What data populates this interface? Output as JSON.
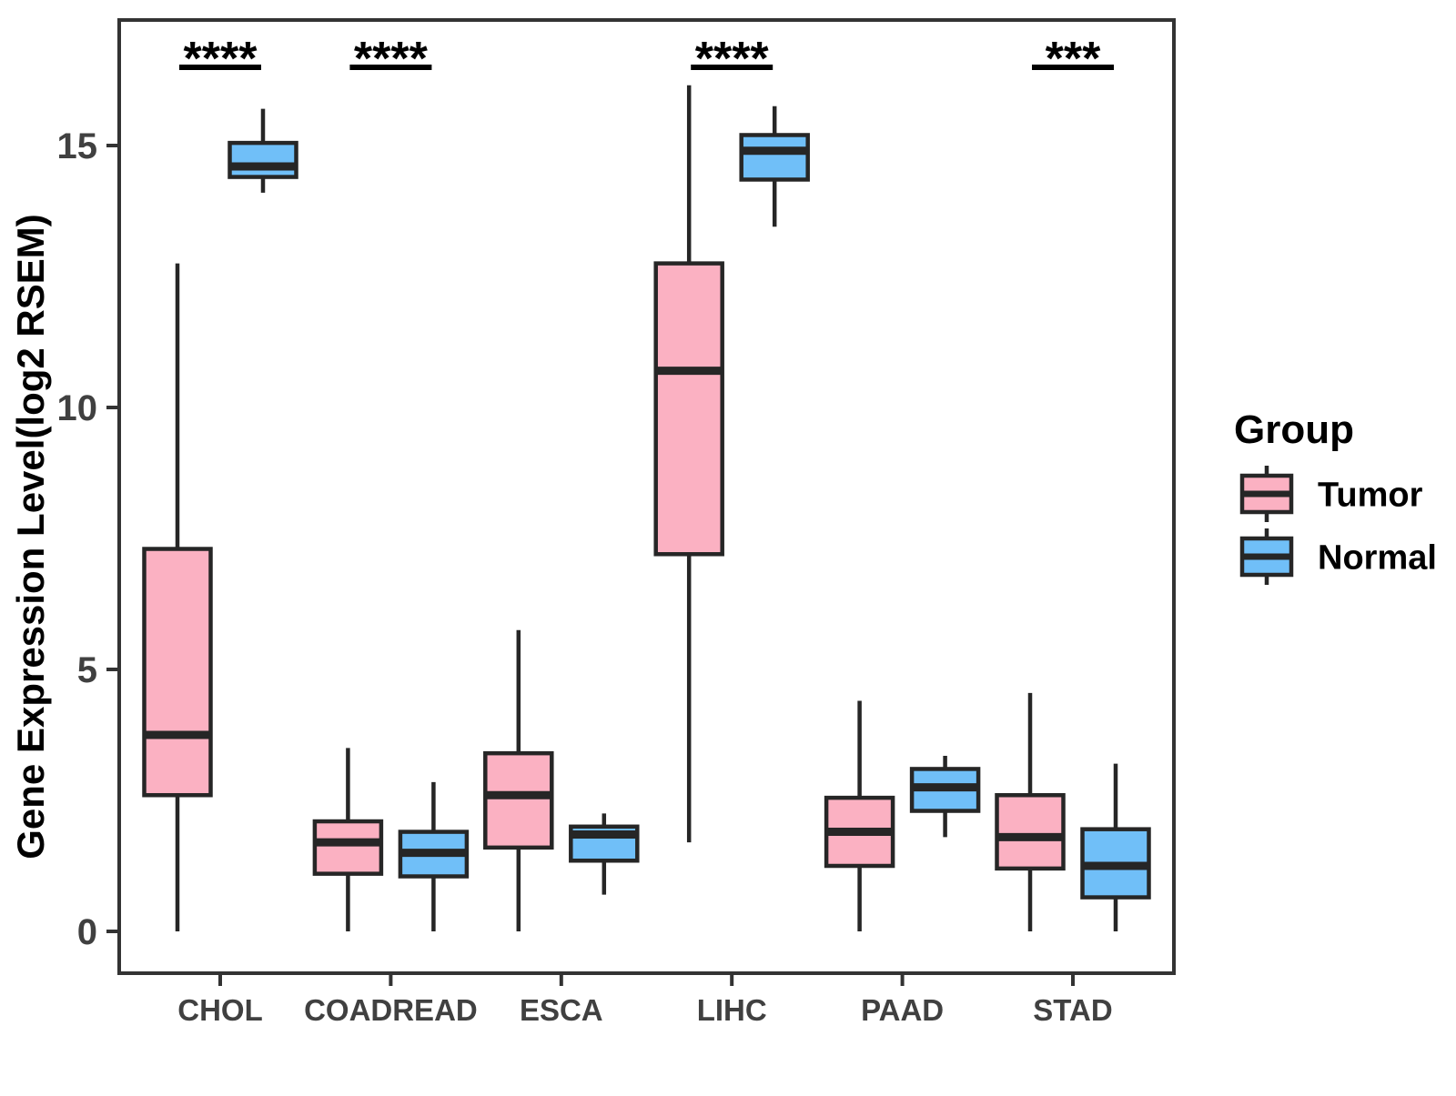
{
  "chart_data": {
    "type": "boxplot",
    "title": "",
    "xlabel": "",
    "ylabel": "Gene Expression Level(log2 RSEM)",
    "categories": [
      "CHOL",
      "COADREAD",
      "ESCA",
      "LIHC",
      "PAAD",
      "STAD"
    ],
    "y_ticks": [
      0,
      5,
      10,
      15
    ],
    "ylim": [
      -0.8,
      17.4
    ],
    "grid": "off",
    "legend": {
      "title": "Group",
      "position": "right",
      "entries": [
        {
          "label": "Tumor",
          "color": "#FBB1C2"
        },
        {
          "label": "Normal",
          "color": "#70BFF8"
        }
      ]
    },
    "colors": {
      "tumor_fill": "#FBB1C2",
      "normal_fill": "#70BFF8",
      "outline": "#262626",
      "axis_text": "#404040",
      "annotation": "#000000"
    },
    "series": [
      {
        "name": "Tumor",
        "color": "#FBB1C2",
        "boxes": [
          {
            "category": "CHOL",
            "low": 0.0,
            "q1": 2.6,
            "median": 3.75,
            "q3": 7.3,
            "high": 12.75
          },
          {
            "category": "COADREAD",
            "low": 0.0,
            "q1": 1.1,
            "median": 1.7,
            "q3": 2.1,
            "high": 3.5
          },
          {
            "category": "ESCA",
            "low": 0.0,
            "q1": 1.6,
            "median": 2.6,
            "q3": 3.4,
            "high": 5.75
          },
          {
            "category": "LIHC",
            "low": 1.7,
            "q1": 7.2,
            "median": 10.7,
            "q3": 12.75,
            "high": 16.15
          },
          {
            "category": "PAAD",
            "low": 0.0,
            "q1": 1.25,
            "median": 1.9,
            "q3": 2.55,
            "high": 4.4
          },
          {
            "category": "STAD",
            "low": 0.0,
            "q1": 1.2,
            "median": 1.8,
            "q3": 2.6,
            "high": 4.55
          }
        ]
      },
      {
        "name": "Normal",
        "color": "#70BFF8",
        "boxes": [
          {
            "category": "CHOL",
            "low": 14.1,
            "q1": 14.4,
            "median": 14.6,
            "q3": 15.05,
            "high": 15.7
          },
          {
            "category": "COADREAD",
            "low": 0.0,
            "q1": 1.05,
            "median": 1.5,
            "q3": 1.9,
            "high": 2.85
          },
          {
            "category": "ESCA",
            "low": 0.7,
            "q1": 1.35,
            "median": 1.85,
            "q3": 2.0,
            "high": 2.25
          },
          {
            "category": "LIHC",
            "low": 13.45,
            "q1": 14.35,
            "median": 14.9,
            "q3": 15.2,
            "high": 15.75
          },
          {
            "category": "PAAD",
            "low": 1.8,
            "q1": 2.3,
            "median": 2.75,
            "q3": 3.1,
            "high": 3.35
          },
          {
            "category": "STAD",
            "low": 0.0,
            "q1": 0.65,
            "median": 1.25,
            "q3": 1.95,
            "high": 3.2
          }
        ]
      }
    ],
    "annotations": [
      {
        "category": "CHOL",
        "label": "****"
      },
      {
        "category": "COADREAD",
        "label": "****"
      },
      {
        "category": "LIHC",
        "label": "****"
      },
      {
        "category": "STAD",
        "label": "***"
      }
    ]
  }
}
